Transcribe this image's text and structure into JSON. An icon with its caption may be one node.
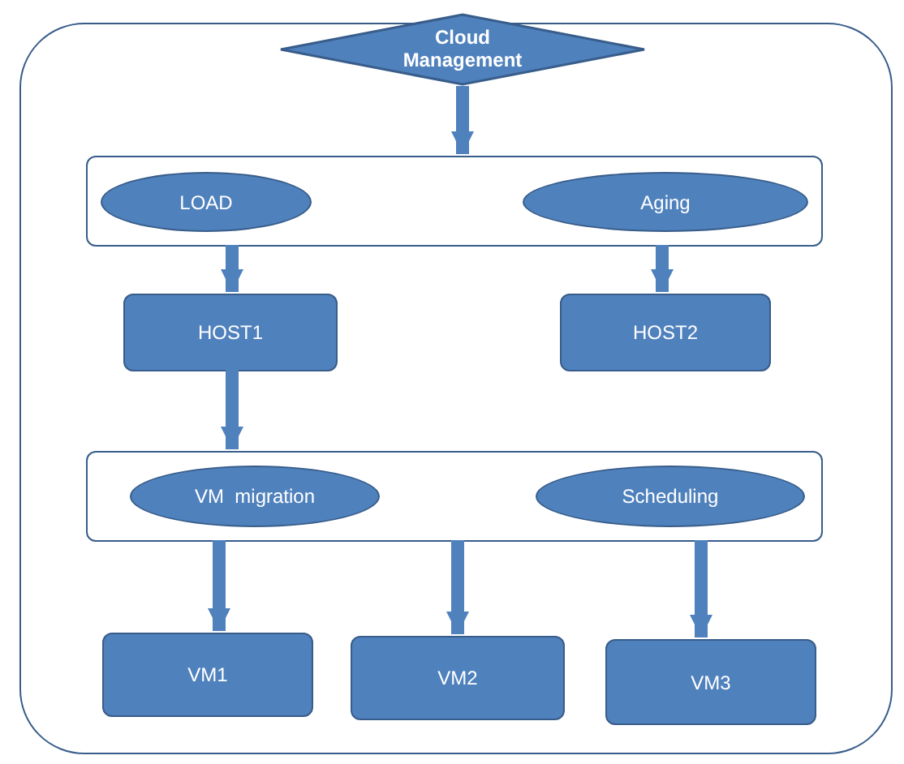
{
  "diagram": {
    "nodes": [
      {
        "text": [],
        "shape": "box"
      },
      {
        "text": [
          "Cloud Management"
        ]
      },
      {
        "text": [],
        "shape": "box",
        "in": 0
      },
      {
        "text": [
          "LOAD"
        ],
        "in": 2
      },
      {
        "text": [
          "Aging"
        ],
        "in": 2
      },
      {
        "text": [
          "HOST1"
        ],
        "in": 0
      },
      {
        "text": [
          "HOST2"
        ],
        "in": 0
      },
      {
        "text": [],
        "shape": "box",
        "in": 0
      },
      {
        "text": [
          "VM  migration"
        ],
        "in": 7
      },
      {
        "text": [
          "Scheduling"
        ],
        "in": 7
      },
      {
        "text": [
          "VM1"
        ],
        "in": 0
      },
      {
        "text": [
          "VM2"
        ],
        "in": 0
      },
      {
        "text": [
          "VM3"
        ],
        "in": 0
      }
    ],
    "edges": [
      {
        "from": 1,
        "to": 2,
        "arrow": "to"
      },
      {
        "from": 2,
        "to": 5,
        "arrow": "to"
      },
      {
        "from": 2,
        "to": 6,
        "arrow": "to"
      },
      {
        "from": 5,
        "to": 7,
        "arrow": "to"
      },
      {
        "from": 7,
        "to": 10,
        "arrow": "to"
      },
      {
        "from": 7,
        "to": 11,
        "arrow": "to"
      },
      {
        "from": 7,
        "to": 12,
        "arrow": "to"
      }
    ]
  }
}
